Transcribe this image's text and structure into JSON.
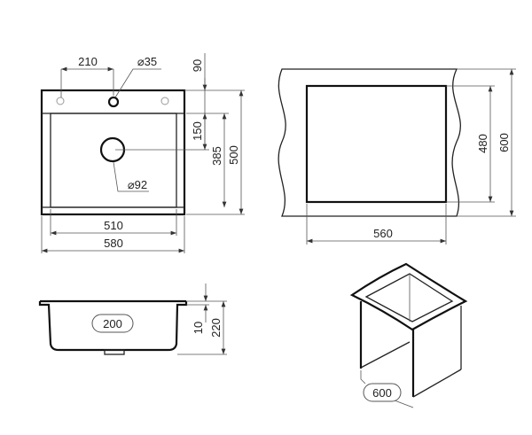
{
  "top_view": {
    "dim_tap_offset": "210",
    "dim_tap_hole": "⌀35",
    "dim_back_strip": "90",
    "dim_drain_offset": "150",
    "dim_inner_depth": "385",
    "dim_outer_depth": "500",
    "dim_inner_width": "510",
    "dim_outer_width": "580",
    "dim_drain": "⌀92"
  },
  "cabinet_view": {
    "dim_cutout_depth": "480",
    "dim_cabinet_depth": "600",
    "dim_cutout_width": "560"
  },
  "side_view": {
    "dim_bowl_depth": "200",
    "dim_rim": "10",
    "dim_total_height": "220"
  },
  "iso_view": {
    "dim_cabinet_width": "600"
  }
}
